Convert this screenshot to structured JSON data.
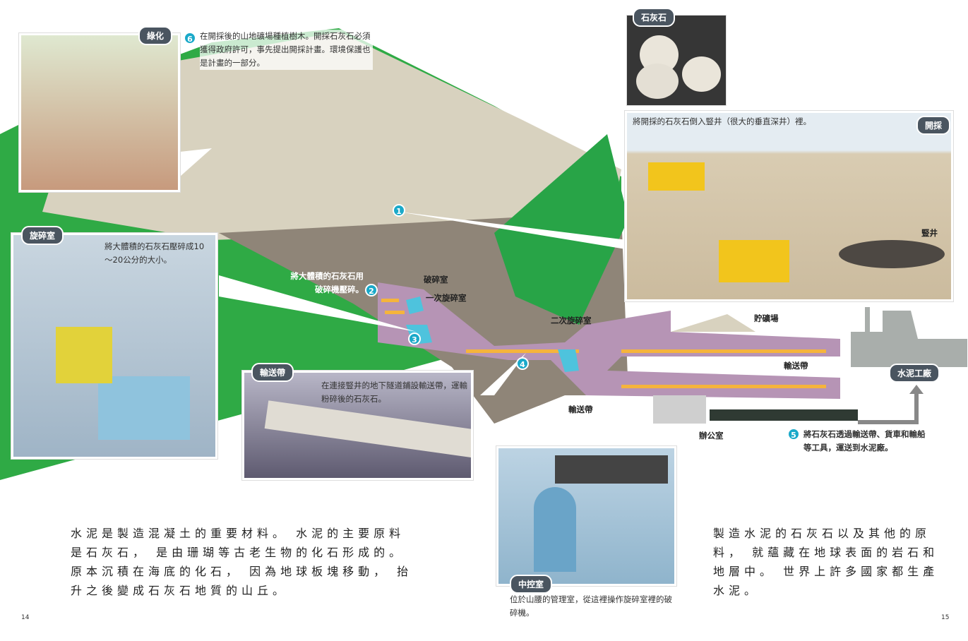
{
  "greening": {
    "tag": "綠化",
    "step": "6",
    "caption": "在開採後的山地礦場種植樹木。開採石灰石必須獲得政府許可，事先提出開採計畫。環境保護也是計畫的一部分。"
  },
  "crusher_room": {
    "tag": "旋碎室",
    "caption": "將大體積的石灰石壓碎成10～20公分的大小。"
  },
  "limestone": {
    "tag": "石灰石"
  },
  "mining": {
    "tag": "開採",
    "caption": "將開採的石灰石倒入豎井（很大的垂直深井）裡。",
    "shaft_label": "豎井"
  },
  "process": {
    "step1": "1",
    "step2": "2",
    "step2_caption": "將大體積的石灰石用破碎機壓碎。",
    "step3": "3",
    "step4": "4",
    "crushing_room": "破碎室",
    "primary": "一次旋碎室",
    "secondary": "二次旋碎室",
    "conveyor": "輸送帶",
    "conveyor2": "輸送帶",
    "stockpile": "貯礦場",
    "office": "辦公室",
    "factory": "水泥工廠",
    "step5": "5",
    "step5_caption": "將石灰石透過輸送帶、貨車和輸船等工具，運送到水泥廠。"
  },
  "conveyor_panel": {
    "tag": "輸送帶",
    "caption": "在連接豎井的地下隧道鋪設輸送帶，運輸粉碎後的石灰石。"
  },
  "control_room": {
    "tag": "中控室",
    "caption": "位於山腰的管理室，從這裡操作旋碎室裡的破碎機。"
  },
  "text_left": "水泥是製造混凝土的重要材料。 水泥的主要原料是石灰石， 是由珊瑚等古老生物的化石形成的。 原本沉積在海底的化石， 因為地球板塊移動， 抬升之後變成石灰石地質的山丘。",
  "text_right": "製造水泥的石灰石以及其他的原料， 就蘊藏在地球表面的岩石和地層中。 世界上許多國家都生產水泥。",
  "page_left": "14",
  "page_right": "15"
}
